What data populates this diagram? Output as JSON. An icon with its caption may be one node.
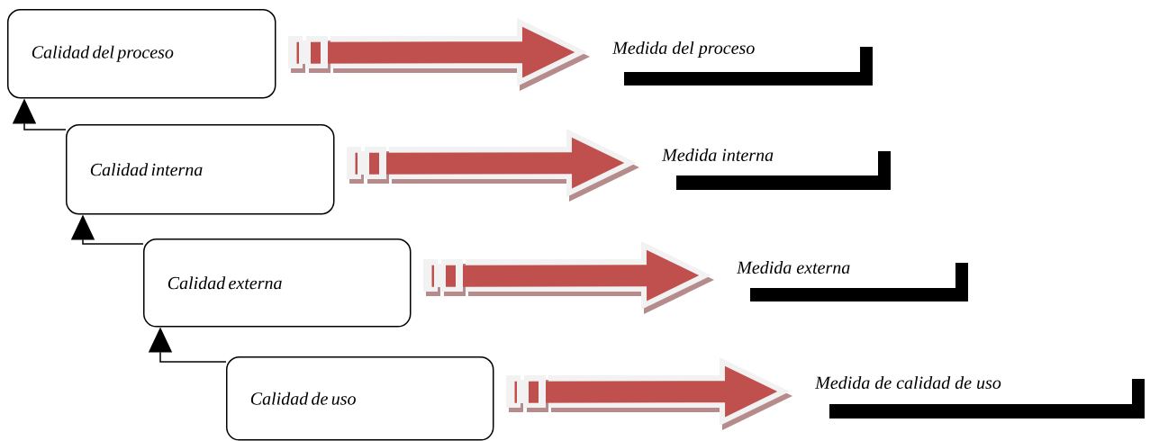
{
  "diagram": {
    "nodes": [
      {
        "text": [
          "Calidad del proceso"
        ]
      },
      {
        "text": [
          "Medida del proceso"
        ]
      },
      {
        "text": [
          "Calidad interna"
        ]
      },
      {
        "text": [
          "Medida interna"
        ]
      },
      {
        "text": [
          "Calidad externa"
        ]
      },
      {
        "text": [
          "Medida externa"
        ]
      },
      {
        "text": [
          "Calidad de uso"
        ]
      },
      {
        "text": [
          "Medida de calidad de uso"
        ]
      }
    ],
    "edges": [
      {
        "from": 0,
        "to": 1,
        "arrow": "to",
        "color": "#c0504d"
      },
      {
        "from": 2,
        "to": 3,
        "arrow": "to",
        "color": "#c0504d"
      },
      {
        "from": 4,
        "to": 5,
        "arrow": "to",
        "color": "#c0504d"
      },
      {
        "from": 6,
        "to": 7,
        "arrow": "to",
        "color": "#c0504d"
      },
      {
        "from": 2,
        "to": 0,
        "arrow": "to",
        "color": "#000000"
      },
      {
        "from": 4,
        "to": 2,
        "arrow": "to",
        "color": "#000000"
      },
      {
        "from": 6,
        "to": 4,
        "arrow": "to",
        "color": "#000000"
      }
    ]
  }
}
